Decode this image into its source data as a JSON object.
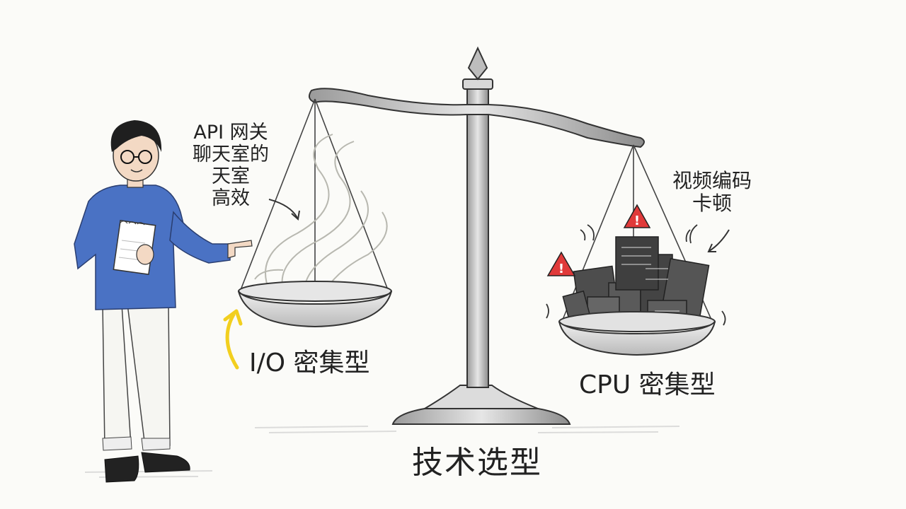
{
  "labels": {
    "left_note": [
      "API 网关",
      "聊天室的",
      "天室",
      "高效"
    ],
    "right_note": [
      "视频编码",
      "卡顿"
    ],
    "io_label": "I/O 密集型",
    "cpu_label": "CPU 密集型",
    "title": "技术选型"
  },
  "icons": {
    "warning_icon": "warning-triangle",
    "arrow_icon": "curved-arrow"
  },
  "colors": {
    "paper": "#fbfbf8",
    "pencil": "#3a3a3a",
    "sweater": "#4a72c4",
    "warning": "#e03a3a",
    "arrow_yellow": "#f2cf1f",
    "server_dark": "#4a4a4a"
  }
}
